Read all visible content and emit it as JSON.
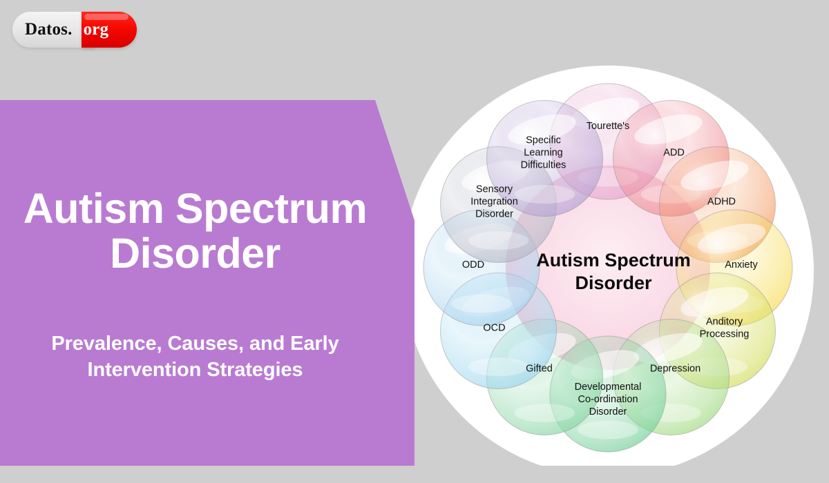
{
  "logo": {
    "left_text": "Datos.",
    "right_text": "org",
    "red_hex": "#f50800"
  },
  "hero": {
    "title": "Autism Spectrum Disorder",
    "subtitle": "Prevalence, Causes, and Early Intervention Strategies",
    "panel_color": "#b97bd1",
    "text_color": "#ffffff"
  },
  "background": {
    "page_color": "#cfcfcf",
    "circle_color": "#ffffff"
  },
  "diagram": {
    "center_label_line1": "Autism Spectrum",
    "center_label_line2": "Disorder",
    "center_color": "#f7cede",
    "bubbles": [
      {
        "id": "tourettes",
        "label": [
          "Tourette's"
        ],
        "color": "#e7a8cf",
        "angle": -90,
        "label_dx": 0,
        "label_dy": -18
      },
      {
        "id": "add",
        "label": [
          "ADD"
        ],
        "color": "#ef8a93",
        "angle": -60,
        "label_dx": 4,
        "label_dy": -4
      },
      {
        "id": "adhd",
        "label": [
          "ADHD"
        ],
        "color": "#f4a06a",
        "angle": -30,
        "label_dx": 6,
        "label_dy": 0
      },
      {
        "id": "anxiety",
        "label": [
          "Anxiety"
        ],
        "color": "#f7df63",
        "angle": 0,
        "label_dx": 10,
        "label_dy": 0
      },
      {
        "id": "anditory-processing",
        "label": [
          "Anditory",
          "Processing"
        ],
        "color": "#d7e06a",
        "angle": 30,
        "label_dx": 10,
        "label_dy": 0
      },
      {
        "id": "depression",
        "label": [
          "Depression"
        ],
        "color": "#a9dd8c",
        "angle": 60,
        "label_dx": 6,
        "label_dy": -8
      },
      {
        "id": "developmental-co-ordination-disorder",
        "label": [
          "Developmental",
          "Co-ordination",
          "Disorder"
        ],
        "color": "#7ed3a0",
        "angle": 90,
        "label_dx": 0,
        "label_dy": 12
      },
      {
        "id": "gifted",
        "label": [
          "Gifted"
        ],
        "color": "#8ed8a8",
        "angle": 120,
        "label_dx": -8,
        "label_dy": -8
      },
      {
        "id": "ocd",
        "label": [
          "OCD"
        ],
        "color": "#9fd8ef",
        "angle": 150,
        "label_dx": -6,
        "label_dy": 0
      },
      {
        "id": "odd",
        "label": [
          "ODD"
        ],
        "color": "#a8d4ef",
        "angle": 180,
        "label_dx": -12,
        "label_dy": 0
      },
      {
        "id": "sensory-integration-disorder",
        "label": [
          "Sensory",
          "Integration",
          "Disorder"
        ],
        "color": "#b9bcc9",
        "angle": -150,
        "label_dx": -6,
        "label_dy": 0
      },
      {
        "id": "specific-learning-difficulties",
        "label": [
          "Specific",
          "Learning",
          "Difficulties"
        ],
        "color": "#b9a6d6",
        "angle": -120,
        "label_dx": -2,
        "label_dy": -4
      }
    ]
  }
}
